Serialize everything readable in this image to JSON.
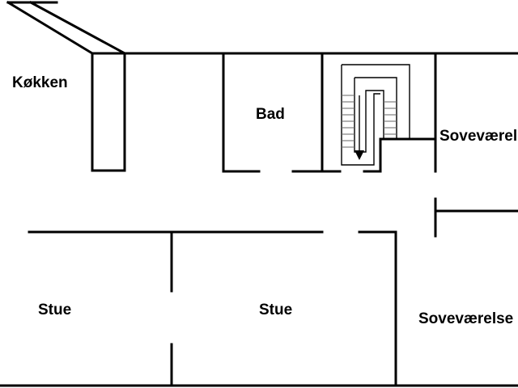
{
  "rooms": {
    "kitchen": "Køkken",
    "bath": "Bad",
    "bedroom_upper": "Soveværelse",
    "living_left": "Stue",
    "living_middle": "Stue",
    "bedroom_lower": "Soveværelse"
  },
  "colors": {
    "wall": "#000000",
    "background": "#ffffff"
  },
  "icons": {
    "stair_arrow": "arrow-down-icon"
  }
}
